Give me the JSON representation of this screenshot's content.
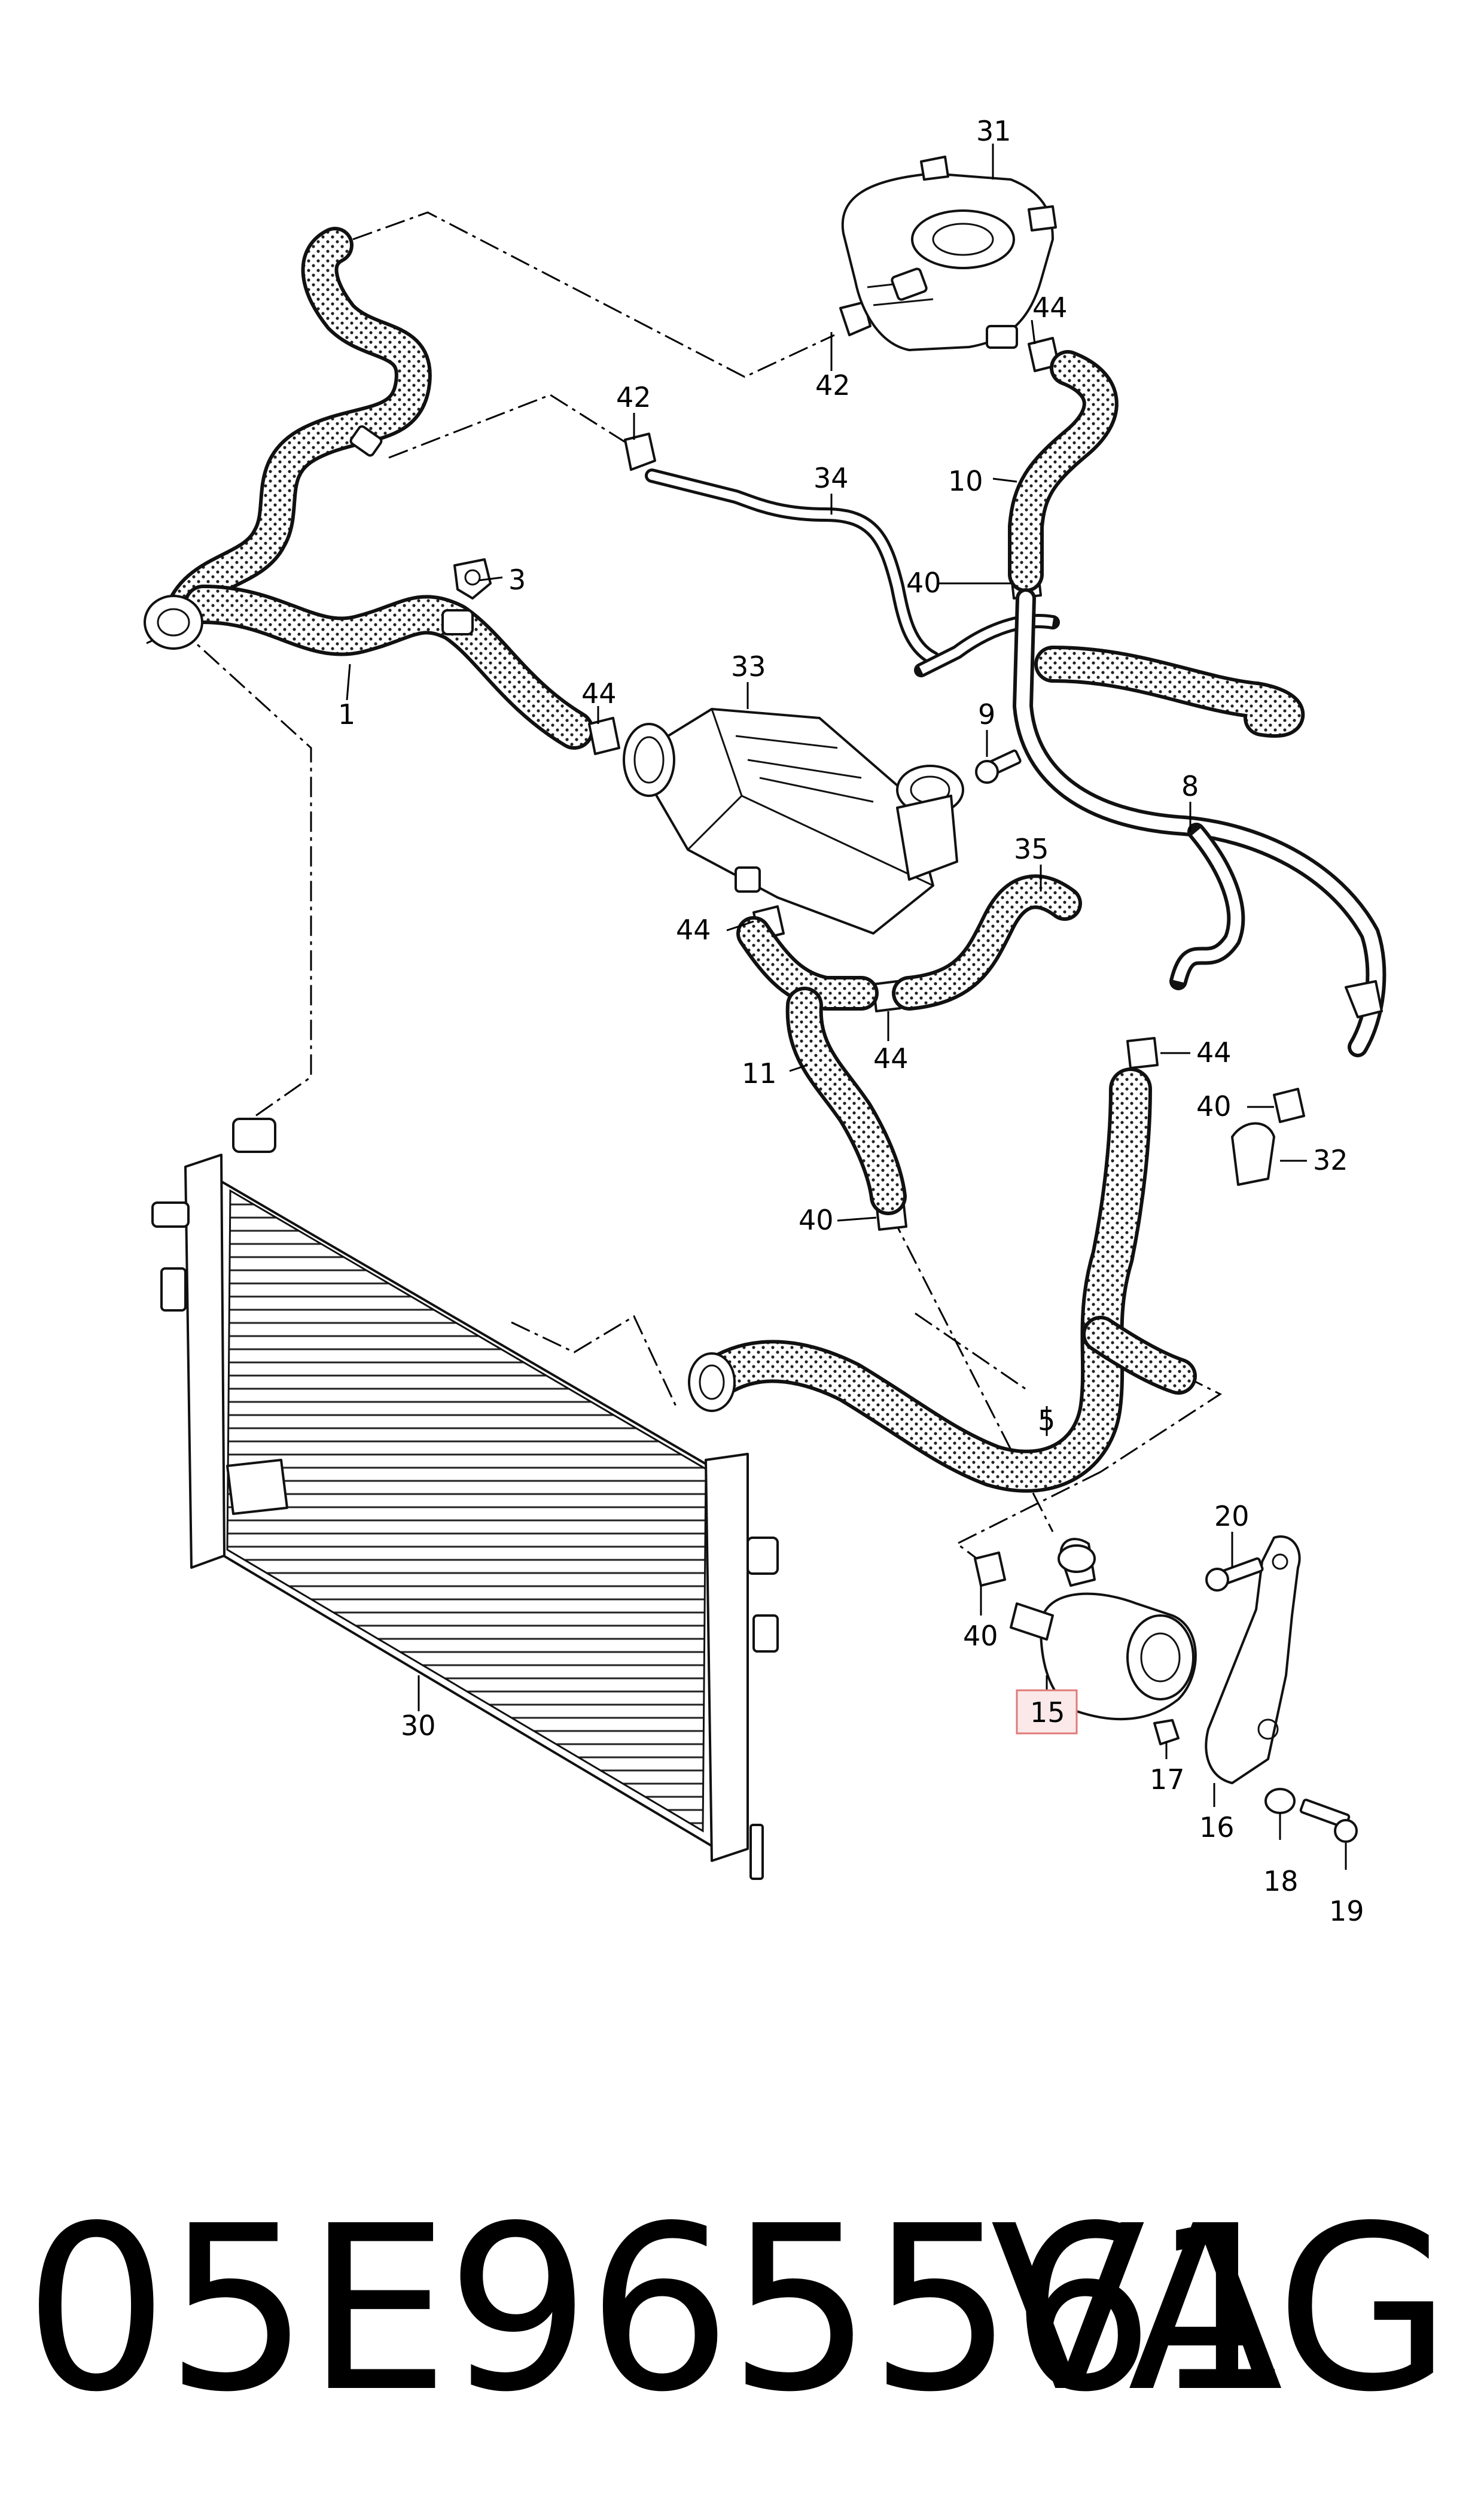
{
  "callouts": {
    "c1": "1",
    "c3": "3",
    "c5": "5",
    "c8": "8",
    "c9": "9",
    "c10": "10",
    "c11": "11",
    "c15": "15",
    "c16": "16",
    "c17": "17",
    "c18": "18",
    "c19": "19",
    "c20": "20",
    "c30": "30",
    "c31": "31",
    "c32": "32",
    "c33": "33",
    "c34": "34",
    "c35": "35",
    "c40a": "40",
    "c40b": "40",
    "c40c": "40",
    "c40d": "40",
    "c42a": "42",
    "c42b": "42",
    "c44a": "44",
    "c44b": "44",
    "c44c": "44",
    "c44d": "44",
    "c44e": "44"
  },
  "highlight": {
    "callout": "15",
    "color": "#e07a7a",
    "fill": "#fbe9e9"
  },
  "footer": {
    "part_number": "05E965561",
    "brand": "VAG"
  }
}
